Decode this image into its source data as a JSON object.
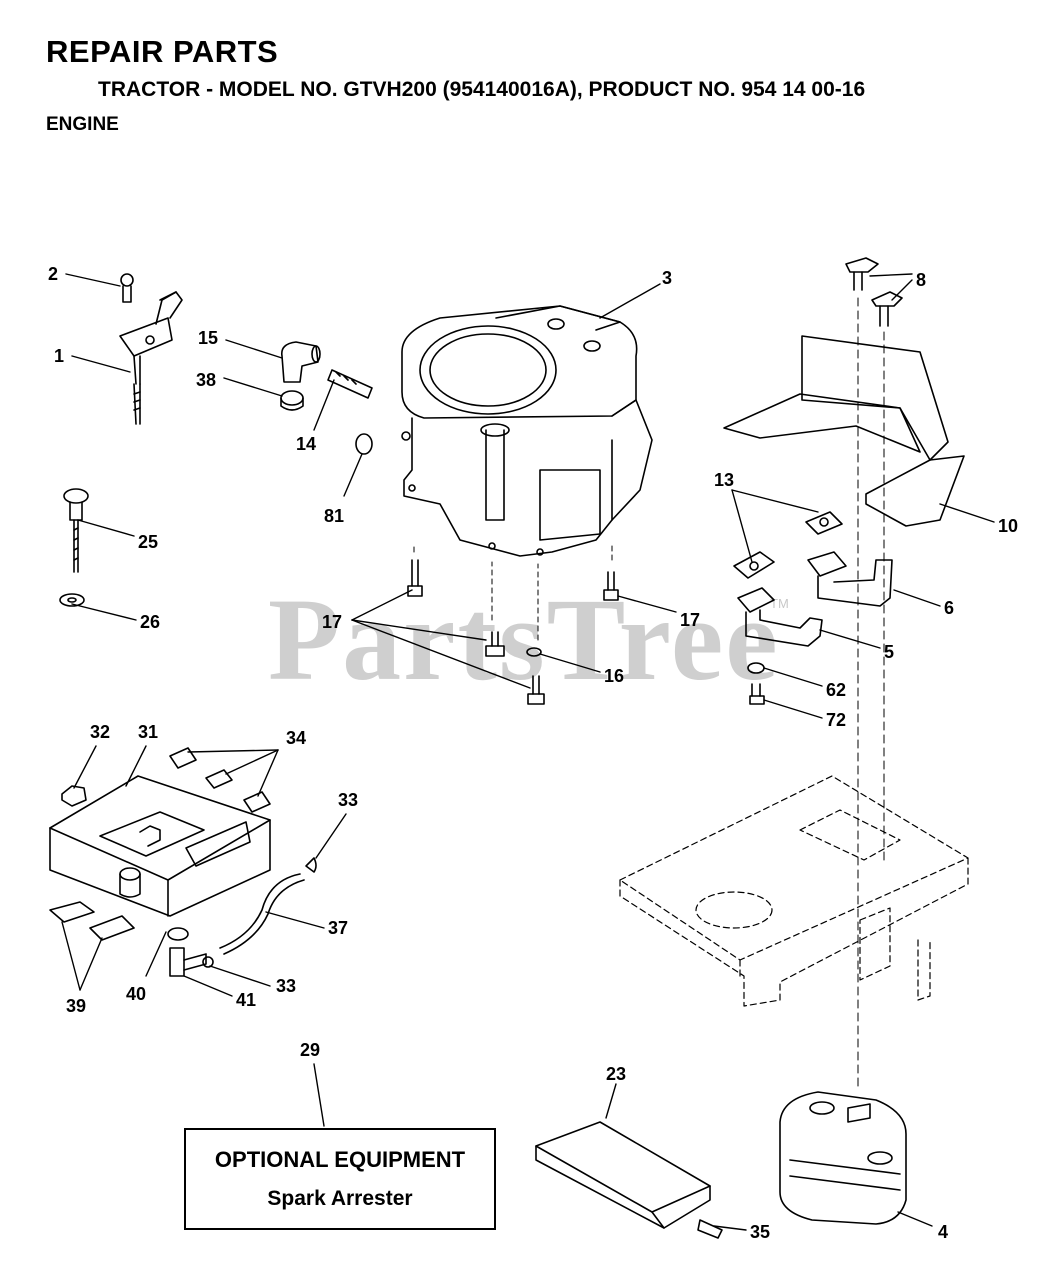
{
  "header": {
    "title": "REPAIR PARTS",
    "subtitle": "TRACTOR - MODEL NO. GTVH200 (954140016A), PRODUCT NO. 954 14 00-16",
    "section": "ENGINE"
  },
  "watermark": {
    "text": "PartsTree",
    "tm": "TM"
  },
  "optional_box": {
    "title": "OPTIONAL EQUIPMENT",
    "subtitle": "Spark Arrester"
  },
  "callouts": {
    "c1": "1",
    "c2": "2",
    "c3": "3",
    "c4": "4",
    "c5": "5",
    "c6": "6",
    "c8": "8",
    "c10": "10",
    "c13": "13",
    "c14": "14",
    "c15": "15",
    "c16": "16",
    "c17a": "17",
    "c17b": "17",
    "c23": "23",
    "c25": "25",
    "c26": "26",
    "c29": "29",
    "c31": "31",
    "c32": "32",
    "c33a": "33",
    "c33b": "33",
    "c34": "34",
    "c35": "35",
    "c37": "37",
    "c38": "38",
    "c39": "39",
    "c40": "40",
    "c41": "41",
    "c62": "62",
    "c72": "72",
    "c81": "81"
  }
}
